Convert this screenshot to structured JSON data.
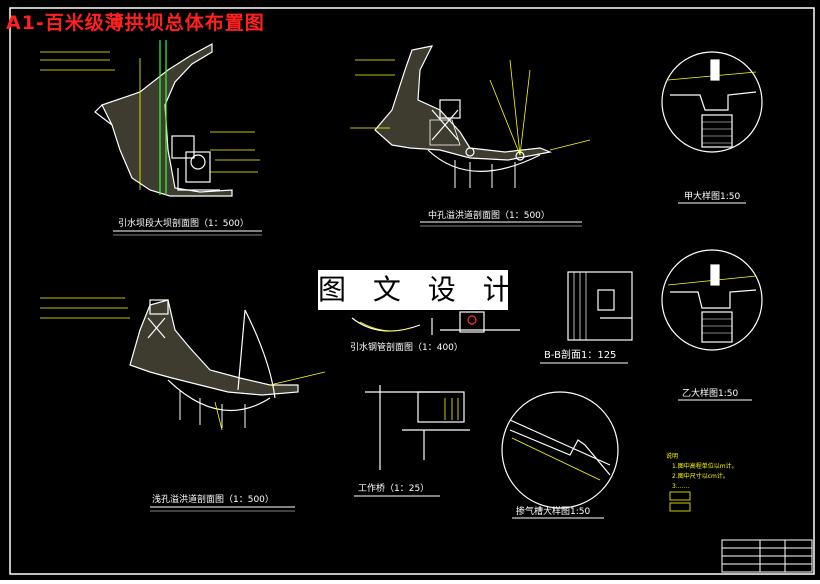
{
  "title": "A1-百米级薄拱坝总体布置图",
  "watermark": "图 文 设 计",
  "colors": {
    "background": "#000000",
    "line": "#ffffff",
    "dimension": "#ffff00",
    "green": "#33ff33",
    "title": "#ff2020"
  },
  "drawings": {
    "intake_section": "引水坝段大坝剖面图（1：500）",
    "middle_outlet_section": "中孔溢洪道剖面图（1：500）",
    "detail_jia": "甲大样图1:50",
    "penstock_section": "引水钢管剖面图（1：400）",
    "section_bb": "B-B剖面1：125",
    "detail_yi": "乙大样图1:50",
    "shallow_outlet_section": "浅孔溢洪道剖面图（1：500）",
    "work_bridge": "工作桥（1：25）",
    "aeration_slot_detail": "掺气槽大样图1:50"
  },
  "notes": {
    "heading": "说明",
    "items": [
      "1.图中高程单位以m计。",
      "2.图中尺寸以cm计。",
      "3.……"
    ]
  },
  "title_block": {
    "present": true
  }
}
